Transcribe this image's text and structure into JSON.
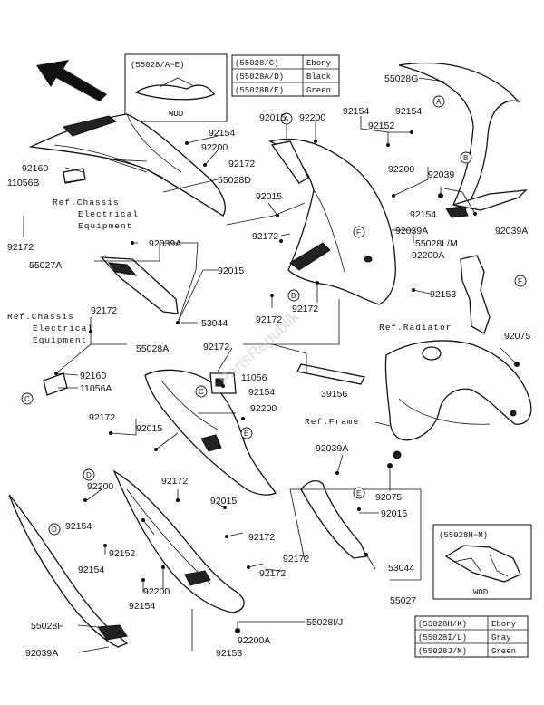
{
  "labels": {
    "p55028G": "55028G",
    "p92015_a": "92015",
    "p92200_a": "92200",
    "p92154_a": "92154",
    "p92152_a": "92152",
    "p92154_b": "92154",
    "p92154_c": "92154",
    "p92200_b": "92200",
    "p92172_a": "92172",
    "p55028D": "55028D",
    "p92015_b": "92015",
    "p92160_a": "92160",
    "p11056B": "11056B",
    "p92172_b": "92172",
    "p92039": "92039",
    "p92200_c": "92200",
    "p92154_d": "92154",
    "p92039A_a": "92039A",
    "p92039A_b": "92039A",
    "p55028LM": "55028L/M",
    "p92172_c": "92172",
    "p92200A_a": "92200A",
    "p92039A_c": "92039A",
    "p55027A": "55027A",
    "p92015_c": "92015",
    "p92153_a": "92153",
    "p92172_d": "92172",
    "p92172_e": "92172",
    "p53044_a": "53044",
    "p92172_f": "92172",
    "p92075_a": "92075",
    "p55028A": "55028A",
    "p92172_g": "92172",
    "p92160_b": "92160",
    "p11056A": "11056A",
    "p11056": "11056",
    "p92154_e": "92154",
    "p92200_d": "92200",
    "p39156": "39156",
    "p92172_h": "92172",
    "p92015_d": "92015",
    "p92039A_d": "92039A",
    "p92075_b": "92075",
    "p92172_i": "92172",
    "p92200_e": "92200",
    "p92015_e": "92015",
    "p92015_f": "92015",
    "p92154_f": "92154",
    "p92172_j": "92172",
    "p92152_b": "92152",
    "p92154_g": "92154",
    "p92172_k": "92172",
    "p92172_l": "92172",
    "p53044_b": "53044",
    "p92200_f": "92200",
    "p92154_h": "92154",
    "p55027": "55027",
    "p55028F": "55028F",
    "p55028IJ": "55028I/J",
    "p92039A_e": "92039A",
    "p92200A_b": "92200A",
    "p92153_b": "92153"
  },
  "refs": {
    "chassis1_l1": "Ref.Chassis",
    "chassis1_l2": "Electrical",
    "chassis1_l3": "Equipment",
    "chassis2_l1": "Ref.Chassis",
    "chassis2_l2": "Electrical",
    "chassis2_l3": "Equipment",
    "radiator": "Ref.Radiator",
    "frame": "Ref.Frame"
  },
  "callouts": [
    "A",
    "A",
    "B",
    "B",
    "C",
    "C",
    "D",
    "D",
    "E",
    "E",
    "F",
    "F"
  ],
  "inset_top": {
    "title": "(55028/A~E)",
    "caption": "WOD"
  },
  "inset_bottom": {
    "title": "(55028H~M)",
    "caption": "WOD"
  },
  "color_table_top": [
    {
      "code": "(55028/C)",
      "color": "Ebony"
    },
    {
      "code": "(55028A/D)",
      "color": "Black"
    },
    {
      "code": "(55028B/E)",
      "color": "Green"
    }
  ],
  "color_table_bottom": [
    {
      "code": "(55028H/K)",
      "color": "Ebony"
    },
    {
      "code": "(55028I/L)",
      "color": "Gray"
    },
    {
      "code": "(55028J/M)",
      "color": "Green"
    }
  ],
  "watermark": "PartsRepublik",
  "icons": {
    "arrow": "front-direction-arrow-icon"
  }
}
